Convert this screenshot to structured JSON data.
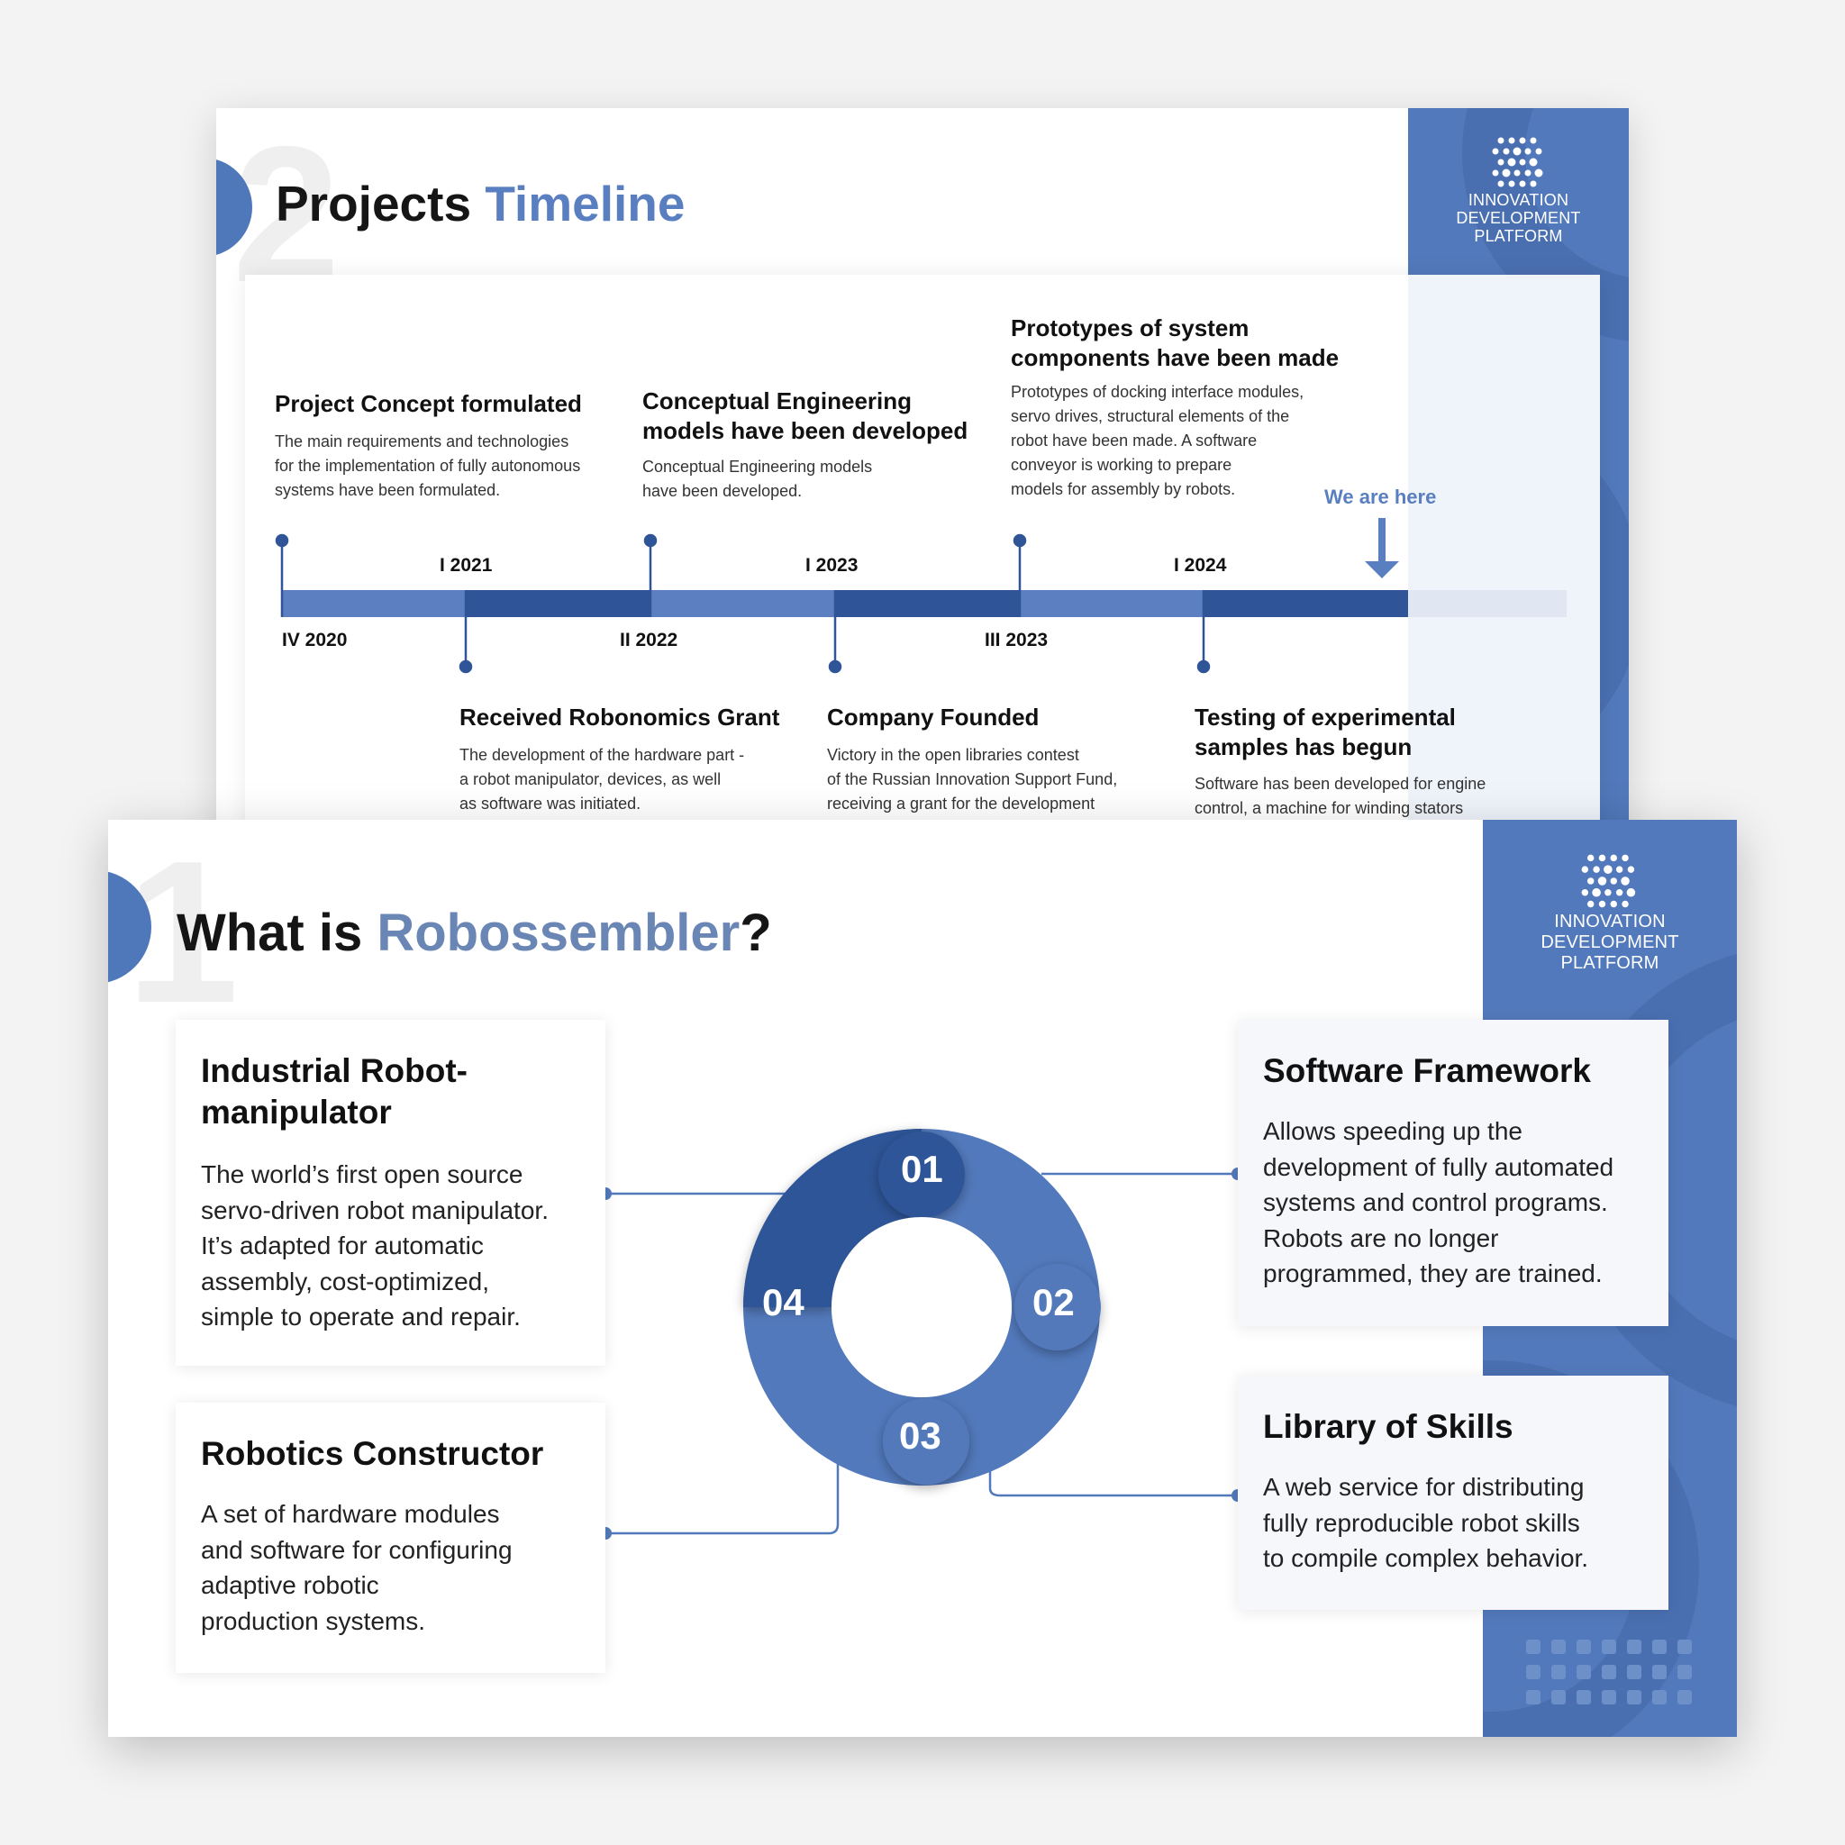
{
  "brand": {
    "lines": [
      "INNOVATION",
      "DEVELOPMENT",
      "PLATFORM"
    ],
    "logo_icon": "dot-matrix-logo-icon",
    "color": "#5279bb"
  },
  "timeline_slide": {
    "number": "2",
    "title_main": "Projects",
    "title_accent": "Timeline",
    "we_are_here": "We are here",
    "top_events": [
      {
        "title": "Project Concept formulated",
        "desc": "The main requirements and technologies\nfor the implementation of fully autonomous\nsystems have been formulated."
      },
      {
        "title": "Conceptual Engineering\nmodels have been developed",
        "desc": "Conceptual Engineering models\nhave been developed."
      },
      {
        "title": "Prototypes of system\ncomponents have been made",
        "desc": "Prototypes of docking interface modules,\nservo drives, structural elements of the\nrobot have been made. A software\nconveyor is working to prepare\nmodels for assembly by robots."
      }
    ],
    "bottom_events": [
      {
        "title": "Received Robonomics Grant",
        "desc": "The development of the hardware part -\na robot manipulator, devices, as well\nas software was initiated."
      },
      {
        "title": "Company Founded",
        "desc": "Victory in the open libraries contest\nof the Russian Innovation Support Fund,\nreceiving a grant for the development"
      },
      {
        "title": "Testing of experimental\nsamples has begun",
        "desc": "Software has been developed for engine\ncontrol, a machine for winding stators"
      }
    ],
    "labels_above": [
      "I 2021",
      "I 2023",
      "I 2024"
    ],
    "labels_below": [
      "IV 2020",
      "II 2022",
      "III 2023"
    ],
    "colors": {
      "bar_light": "#5b7fc1",
      "bar_dark": "#2f5497",
      "point": "#2f5497"
    }
  },
  "robossembler_slide": {
    "number": "1",
    "title_main": "What is ",
    "title_accent": "Robossembler",
    "title_end": "?",
    "ring": {
      "segments": [
        "01",
        "02",
        "03",
        "04"
      ],
      "colors": {
        "dark": "#2f5497",
        "light": "#5279bb"
      }
    },
    "cards": [
      {
        "title": "Industrial Robot-\nmanipulator",
        "text": "The world’s first open source\nservo-driven robot manipulator.\nIt’s adapted for automatic\nassembly, cost-optimized,\nsimple to operate and repair."
      },
      {
        "title": "Robotics Constructor",
        "text": "A set of hardware modules\nand software for configuring\nadaptive robotic\nproduction systems."
      },
      {
        "title": "Software Framework",
        "text": "Allows speeding up the\ndevelopment of fully automated\nsystems and control programs.\nRobots are no longer\nprogrammed, they are trained."
      },
      {
        "title": "Library of Skills",
        "text": "A web service for distributing\nfully reproducible robot skills\nto compile complex behavior."
      }
    ]
  }
}
